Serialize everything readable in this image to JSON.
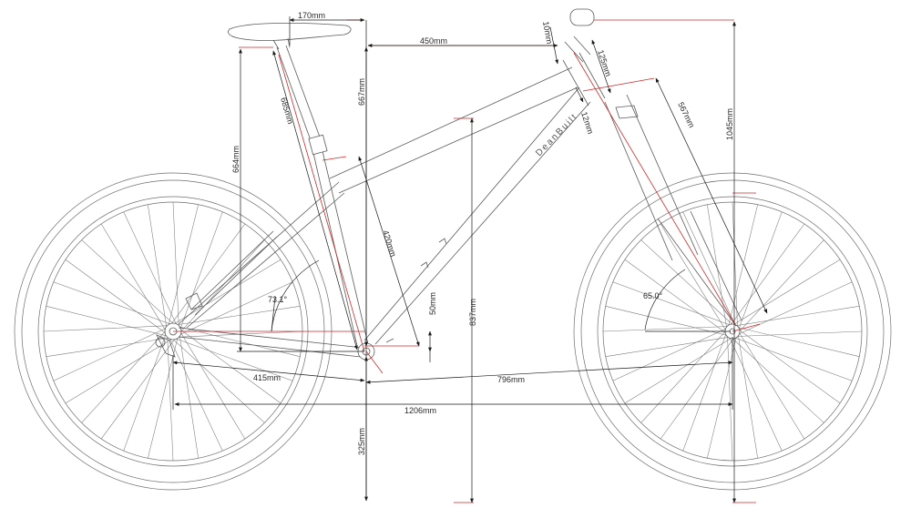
{
  "colors": {
    "frame_line": "#5a5a5a",
    "dimension_line": "#1a1a1a",
    "reference_line": "#cc2a2a",
    "background": "#ffffff"
  },
  "frame": {
    "brand": "DeanBuilt"
  },
  "dimensions": {
    "seat_setback": "170mm",
    "reach": "450mm",
    "stem_spacer": "10mm",
    "stem_length": "125mm",
    "headset_stack": "12mm",
    "fork_length": "567mm",
    "handlebar_height": "1045mm",
    "seat_tube_top": "685mm",
    "seat_height": "667mm",
    "saddle_height": "664mm",
    "seat_tube": "420mm",
    "bb_drop": "50mm",
    "top_tube_height": "837mm",
    "chainstay": "415mm",
    "front_center": "796mm",
    "wheelbase": "1206mm",
    "bb_height": "325mm"
  },
  "angles": {
    "seat_angle": "73.1°",
    "head_angle": "65.0°"
  }
}
